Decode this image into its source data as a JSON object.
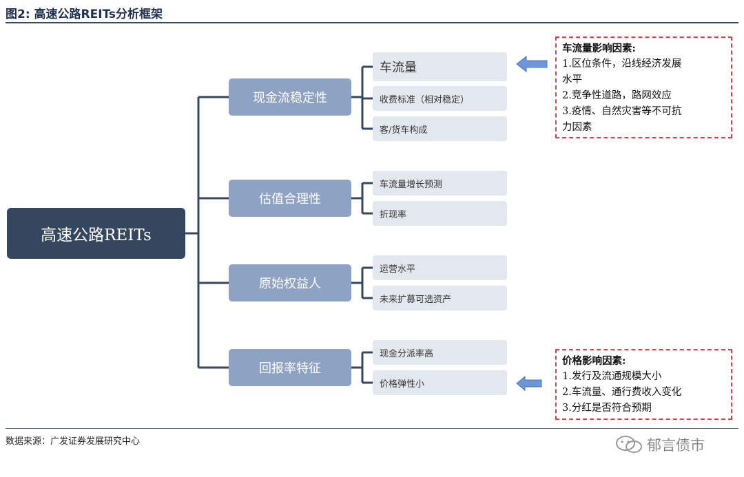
{
  "title": "图2:  高速公路REITs分析框架",
  "root": "高速公路REITs",
  "categories": [
    {
      "label": "现金流稳定性",
      "items": [
        "车流量",
        "收费标准（相对稳定）",
        "客/货车构成"
      ]
    },
    {
      "label": "估值合理性",
      "items": [
        "车流量增长预测",
        "折现率"
      ]
    },
    {
      "label": "原始权益人",
      "items": [
        "运营水平",
        "未来扩募可选资产"
      ]
    },
    {
      "label": "回报率特征",
      "items": [
        "现金分派率高",
        "价格弹性小"
      ]
    }
  ],
  "notes": [
    {
      "title": "车流量影响因素:",
      "lines": [
        "1.区位条件，沿线经济发展",
        "水平",
        "2.竞争性道路，路网效应",
        "3.疫情、自然灾害等不可抗",
        "力因素"
      ]
    },
    {
      "title": "价格影响因素:",
      "lines": [
        "1.发行及流通规模大小",
        "2.车流量、通行费收入变化",
        "3.分红是否符合预期"
      ]
    }
  ],
  "source": "数据来源：广发证券发展研究中心",
  "watermark": "郁言债市",
  "colors": {
    "root_fill": "#34475f",
    "category_fill": "#8ea2c3",
    "leaf_fill": "#e3e7ee",
    "connector": "#34475f",
    "note_border": "#d64545",
    "arrow_fill": "#6d96d6"
  }
}
